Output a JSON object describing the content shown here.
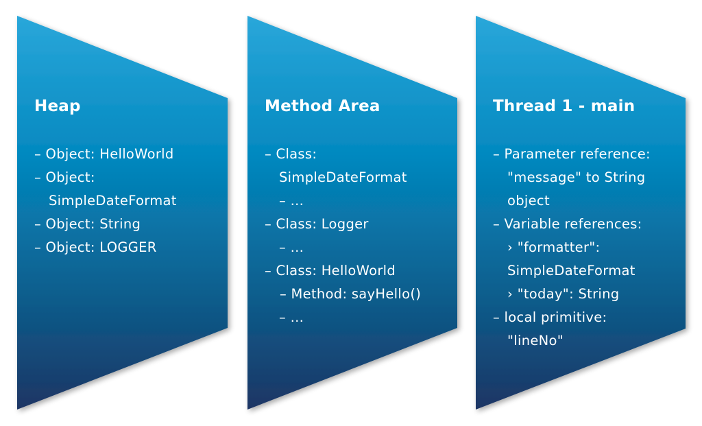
{
  "colors": {
    "top": "#2aa7da",
    "mid": "#0386bd",
    "bottom": "#1d3564",
    "text": "#ffffff"
  },
  "panels": [
    {
      "title": "Heap",
      "lines": [
        {
          "kind": "item",
          "text": "– Object: HelloWorld"
        },
        {
          "kind": "item",
          "text": "– Object:"
        },
        {
          "kind": "cont",
          "text": "SimpleDateFormat"
        },
        {
          "kind": "item",
          "text": "– Object: String"
        },
        {
          "kind": "item",
          "text": "– Object: LOGGER"
        }
      ]
    },
    {
      "title": "Method Area",
      "lines": [
        {
          "kind": "item",
          "text": "– Class:"
        },
        {
          "kind": "cont",
          "text": "SimpleDateFormat"
        },
        {
          "kind": "cont",
          "text": "–    …"
        },
        {
          "kind": "item",
          "text": "– Class: Logger"
        },
        {
          "kind": "cont",
          "text": "–    …"
        },
        {
          "kind": "item",
          "text": "– Class: HelloWorld"
        },
        {
          "kind": "sub",
          "text": "– Method: sayHello()"
        },
        {
          "kind": "cont",
          "text": "–    …"
        }
      ]
    },
    {
      "title": "Thread 1 - main",
      "lines": [
        {
          "kind": "item",
          "text": "– Parameter reference:"
        },
        {
          "kind": "cont",
          "text": "\"message\" to String"
        },
        {
          "kind": "cont",
          "text": "object"
        },
        {
          "kind": "item",
          "text": "– Variable references:"
        },
        {
          "kind": "cont",
          "text": "› \"formatter\":"
        },
        {
          "kind": "cont",
          "text": "SimpleDateFormat"
        },
        {
          "kind": "cont",
          "text": "› \"today\": String"
        },
        {
          "kind": "item",
          "text": "– local primitive:"
        },
        {
          "kind": "cont",
          "text": "\"lineNo\""
        }
      ]
    }
  ]
}
